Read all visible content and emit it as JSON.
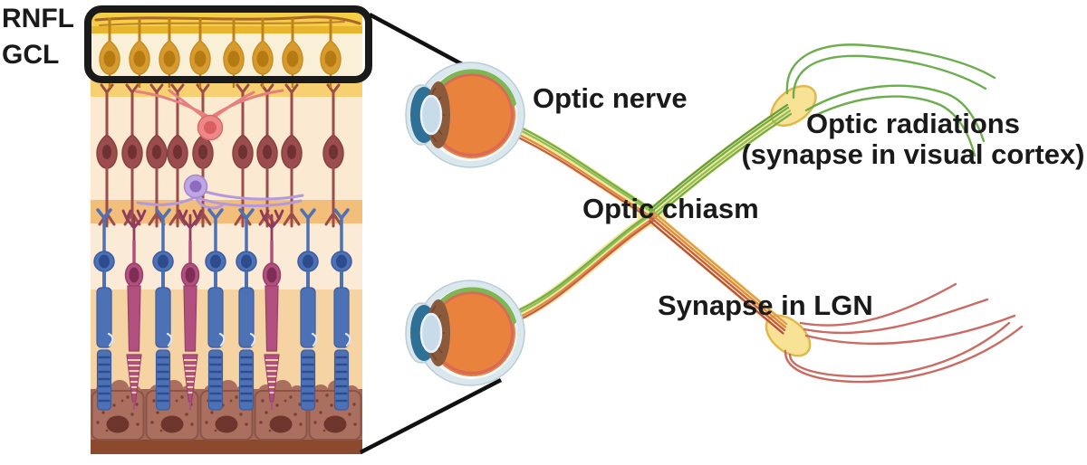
{
  "labels": {
    "rnfl": "RNFL",
    "gcl": "GCL",
    "optic_nerve": "Optic nerve",
    "optic_chiasm": "Optic chiasm",
    "synapse_lgn": "Synapse in LGN",
    "optic_radiations_line1": "Optic radiations",
    "optic_radiations_line2": "(synapse in visual cortex)"
  },
  "colors": {
    "nerve_sheath_yellow": "#F8E79E",
    "fiber_green": "#6FAE4A",
    "fiber_orange": "#DD8A42",
    "fiber_red": "#C95B4B",
    "eye_vitreous_orange": "#E8823D",
    "retina_green_band": "#7CB753",
    "retina_red_band": "#D96A58",
    "ganglion_cell_orange": "#D79A2E",
    "bipolar_maroon": "#9B4D4D",
    "amacrine_pink": "#EE8787",
    "horizontal_purple": "#BEA6E2",
    "rod_blue": "#4C72B5",
    "cone_magenta": "#B14F7E",
    "rpe_brown": "#AA6F5F",
    "label_text": "#1A1A1A"
  }
}
